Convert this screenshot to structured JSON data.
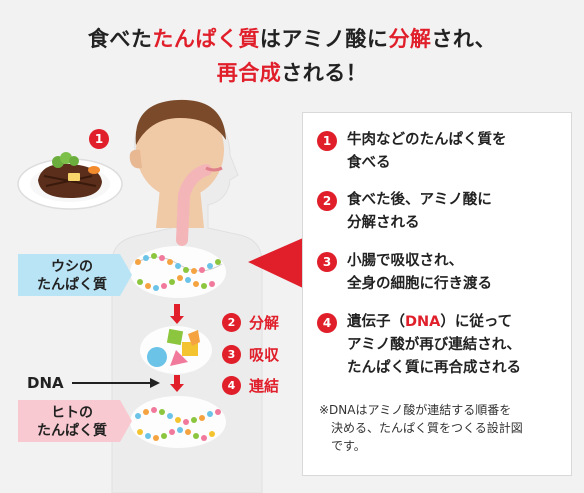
{
  "title": {
    "line1_a": "食べた",
    "line1_b": "たんぱく質",
    "line1_c": "はアミノ酸に",
    "line1_d": "分解",
    "line1_e": "され、",
    "line2_a": "再合成",
    "line2_b": "される！"
  },
  "colors": {
    "accent": "#e01f2b",
    "cow_tag": "#b9e4f5",
    "human_tag": "#f8c9d0",
    "body": "#ededed"
  },
  "illustration": {
    "callout_1": "1",
    "cow_tag": [
      "ウシの",
      "たんぱく質"
    ],
    "human_tag": [
      "ヒトの",
      "たんぱく質"
    ],
    "dna_label": "DNA",
    "steps": [
      {
        "num": "2",
        "label": "分解"
      },
      {
        "num": "3",
        "label": "吸収"
      },
      {
        "num": "4",
        "label": "連結"
      }
    ]
  },
  "panel": {
    "items": [
      {
        "num": "1",
        "lines": [
          "牛肉などのたんぱく質を",
          "食べる"
        ]
      },
      {
        "num": "2",
        "lines": [
          "食べた後、アミノ酸に",
          "分解される"
        ]
      },
      {
        "num": "3",
        "lines": [
          "小腸で吸収され、",
          "全身の細胞に行き渡る"
        ]
      },
      {
        "num": "4",
        "lines": [
          "遺伝子（",
          "DNA",
          "）に従って",
          "アミノ酸が再び連結され、",
          "たんぱく質に再合成される"
        ]
      }
    ],
    "note": [
      "※DNAはアミノ酸が連結する順番を",
      "決める、たんぱく質をつくる設計図",
      "です。"
    ]
  }
}
